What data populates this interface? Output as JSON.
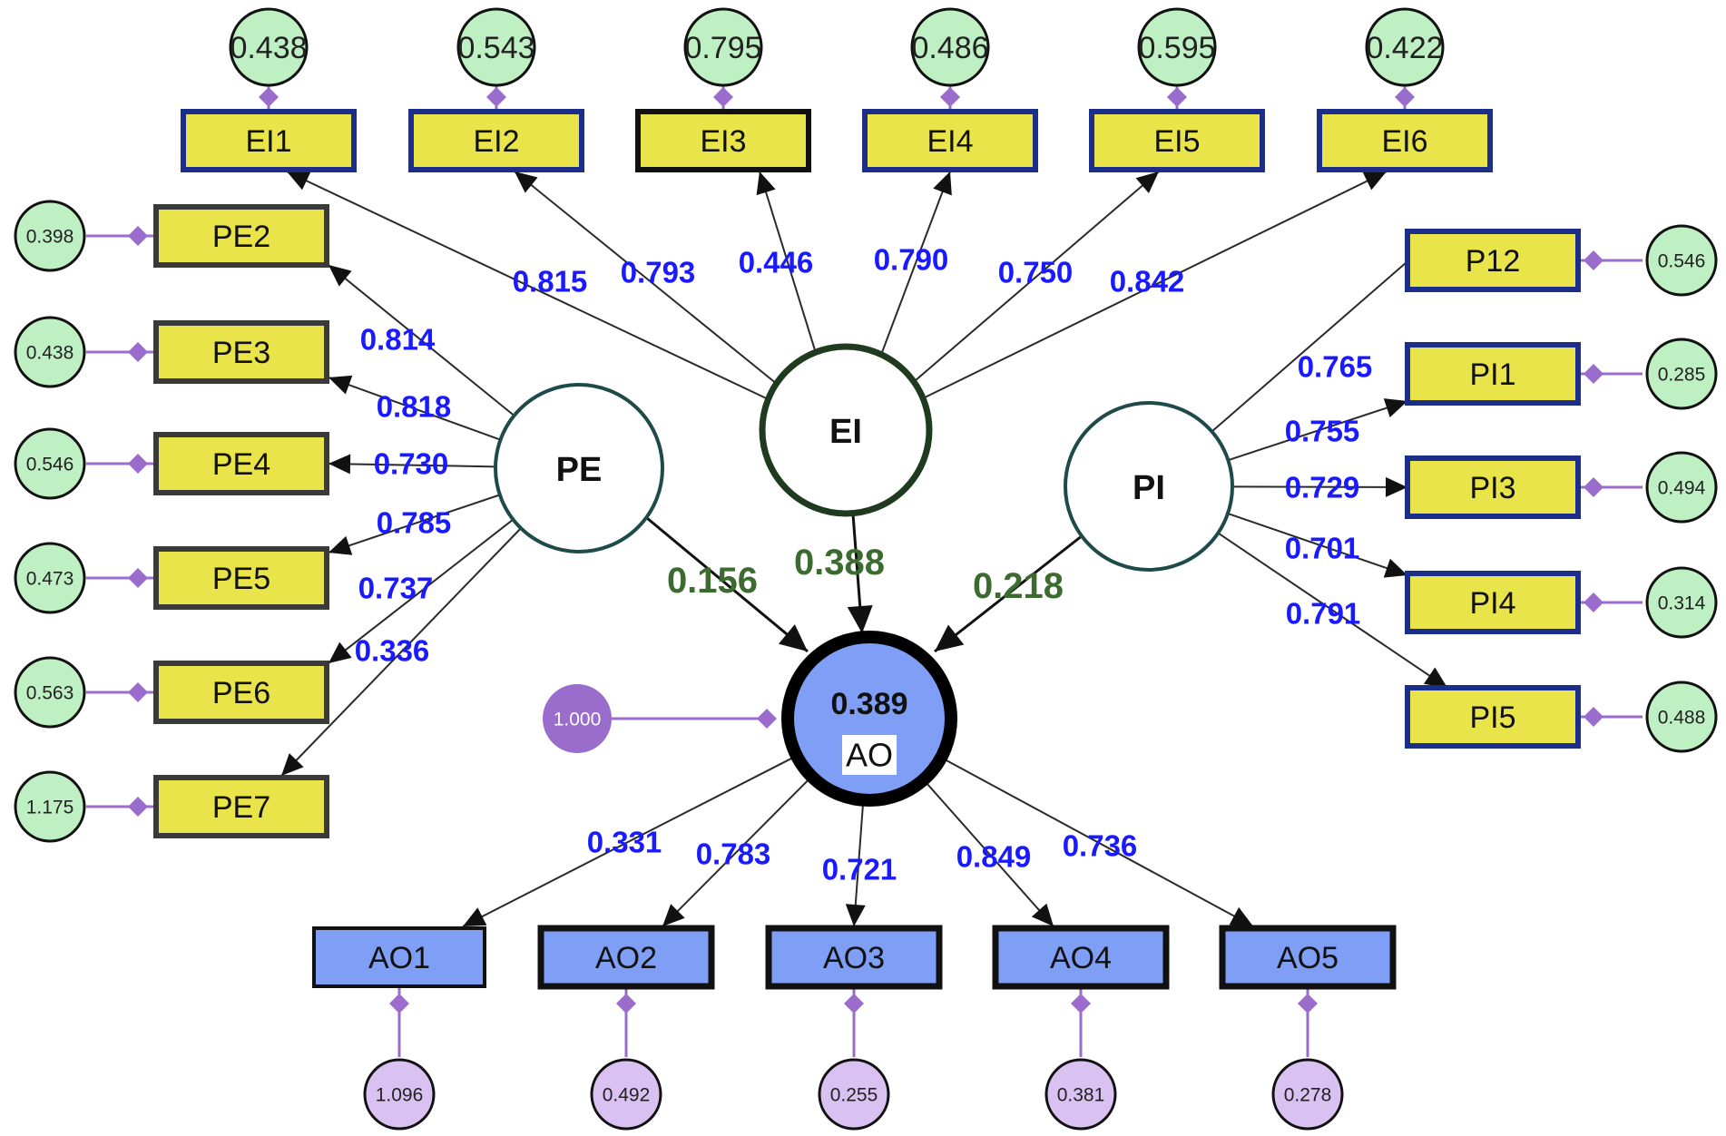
{
  "colors": {
    "indicator_fill": "#e8e44a",
    "indicator_border_blue": "#1a2e8a",
    "indicator_border_dark": "#3a3a3a",
    "ao_indicator_fill": "#7f9ef5",
    "ao_fill": "#7f9ef5",
    "latent_border": "#1f4a4a",
    "error_green": "#bff0c3",
    "error_purple": "#d9c2f2",
    "disturbance_purple": "#9a6ccc",
    "connector_purple": "#9a6ccc",
    "loading_label": "#1a1aff",
    "path_label": "#3b6b2f",
    "arrow": "#111111"
  },
  "latents": {
    "PE": {
      "label": "PE"
    },
    "EI": {
      "label": "EI"
    },
    "PI": {
      "label": "PI"
    },
    "AO": {
      "label": "AO",
      "r2": "0.389",
      "disturbance": "1.000"
    }
  },
  "indicators": {
    "EI": [
      {
        "label": "EI1",
        "error": "0.438",
        "loading": "0.815"
      },
      {
        "label": "EI2",
        "error": "0.543",
        "loading": "0.793"
      },
      {
        "label": "EI3",
        "error": "0.795",
        "loading": "0.446"
      },
      {
        "label": "EI4",
        "error": "0.486",
        "loading": "0.790"
      },
      {
        "label": "EI5",
        "error": "0.595",
        "loading": "0.750"
      },
      {
        "label": "EI6",
        "error": "0.422",
        "loading": "0.842"
      }
    ],
    "PE": [
      {
        "label": "PE2",
        "error": "0.398",
        "loading": "0.814"
      },
      {
        "label": "PE3",
        "error": "0.438",
        "loading": "0.818"
      },
      {
        "label": "PE4",
        "error": "0.546",
        "loading": "0.730"
      },
      {
        "label": "PE5",
        "error": "0.473",
        "loading": "0.785"
      },
      {
        "label": "PE6",
        "error": "0.563",
        "loading": "0.737"
      },
      {
        "label": "PE7",
        "error": "1.175",
        "loading": "0.336"
      }
    ],
    "PI": [
      {
        "label": "P12",
        "error": "0.546",
        "loading": "0.765"
      },
      {
        "label": "PI1",
        "error": "0.285",
        "loading": "0.755"
      },
      {
        "label": "PI3",
        "error": "0.494",
        "loading": "0.729"
      },
      {
        "label": "PI4",
        "error": "0.314",
        "loading": "0.701"
      },
      {
        "label": "PI5",
        "error": "0.488",
        "loading": "0.791"
      }
    ],
    "AO": [
      {
        "label": "AO1",
        "error": "1.096",
        "loading": "0.331"
      },
      {
        "label": "AO2",
        "error": "0.492",
        "loading": "0.783"
      },
      {
        "label": "AO3",
        "error": "0.255",
        "loading": "0.721"
      },
      {
        "label": "AO4",
        "error": "0.381",
        "loading": "0.849"
      },
      {
        "label": "AO5",
        "error": "0.278",
        "loading": "0.736"
      }
    ]
  },
  "paths": [
    {
      "from": "PE",
      "to": "AO",
      "coefficient": "0.156"
    },
    {
      "from": "EI",
      "to": "AO",
      "coefficient": "0.388"
    },
    {
      "from": "PI",
      "to": "AO",
      "coefficient": "0.218"
    }
  ]
}
